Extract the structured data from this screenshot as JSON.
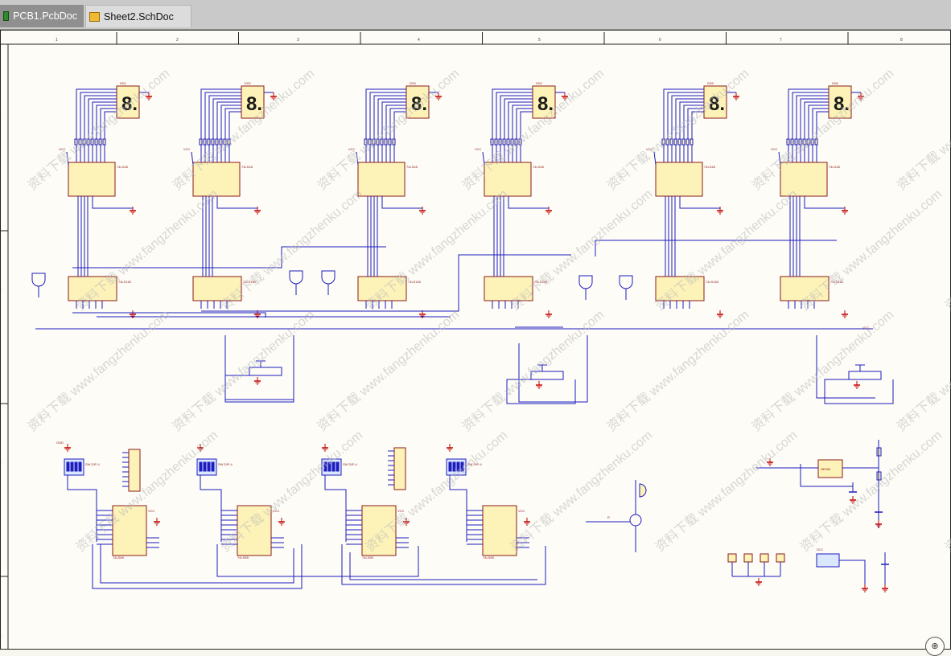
{
  "tabs": [
    {
      "label": "PCB1.PcbDoc",
      "icon": "pcb-doc-icon",
      "active": false
    },
    {
      "label": "Sheet2.SchDoc",
      "icon": "sch-doc-icon",
      "active": true
    }
  ],
  "ruler": {
    "columns": [
      "1",
      "2",
      "3",
      "4",
      "5",
      "6",
      "7",
      "8"
    ]
  },
  "colors": {
    "wire": "#1d1dbf",
    "part_fill": "#fdf3b8",
    "part_stroke": "#8b1a1a",
    "gnd": "#c00000",
    "border": "#222222",
    "watermark": "#b8b8b8"
  },
  "watermark": {
    "text": "www.fangzhenku.com",
    "prefix": "资料下载"
  },
  "schematic": {
    "display_row": [
      "8.",
      "8.",
      "8.",
      "8.",
      "8.",
      "8."
    ],
    "part_labels": [
      "GND",
      "VCC"
    ]
  }
}
